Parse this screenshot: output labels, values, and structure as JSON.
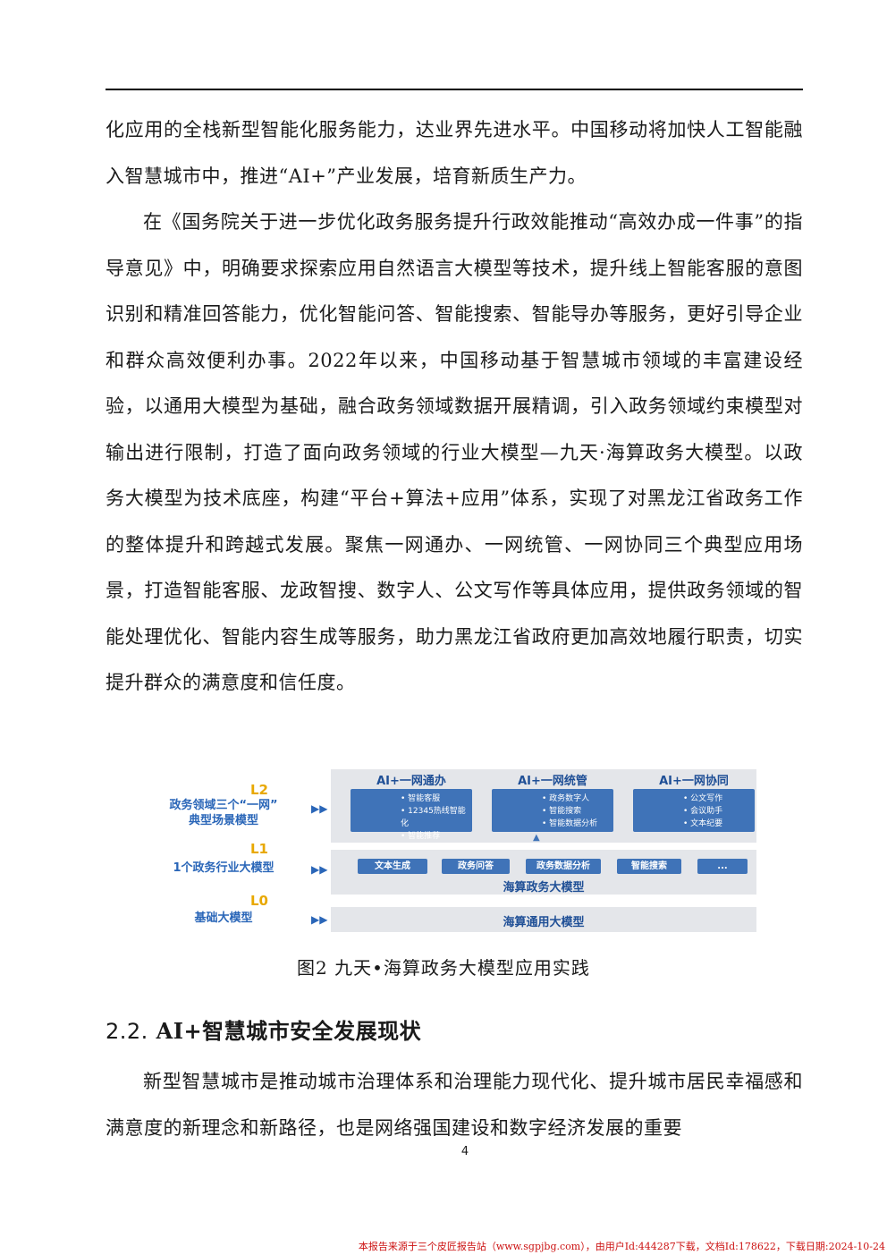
{
  "body": {
    "para1": "化应用的全栈新型智能化服务能力，达业界先进水平。中国移动将加快人工智能融入智慧城市中，推进“AI+”产业发展，培育新质生产力。",
    "para2": "在《国务院关于进一步优化政务服务提升行政效能推动“高效办成一件事”的指导意见》中，明确要求探索应用自然语言大模型等技术，提升线上智能客服的意图识别和精准回答能力，优化智能问答、智能搜索、智能导办等服务，更好引导企业和群众高效便利办事。2022年以来，中国移动基于智慧城市领域的丰富建设经验，以通用大模型为基础，融合政务领域数据开展精调，引入政务领域约束模型对输出进行限制，打造了面向政务领域的行业大模型—九天·海算政务大模型。以政务大模型为技术底座，构建“平台+算法+应用”体系，实现了对黑龙江省政务工作的整体提升和跨越式发展。聚焦一网通办、一网统管、一网协同三个典型应用场景，打造智能客服、龙政智搜、数字人、公文写作等具体应用，提供政务领域的智能处理优化、智能内容生成等服务，助力黑龙江省政府更加高效地履行职责，切实提升群众的满意度和信任度。"
  },
  "figure": {
    "levels": [
      {
        "tag": "L2",
        "name1": "政务领域三个“一网”",
        "name2": "典型场景模型"
      },
      {
        "tag": "L1",
        "name1": "1个政务行业大模型",
        "name2": ""
      },
      {
        "tag": "L0",
        "name1": "基础大模型",
        "name2": ""
      }
    ],
    "cards": [
      {
        "title": "AI+一网通办",
        "items": [
          "智能客服",
          "12345热线智能化",
          "智能推荐"
        ]
      },
      {
        "title": "AI+一网统管",
        "items": [
          "政务数字人",
          "智能搜索",
          "智能数据分析"
        ]
      },
      {
        "title": "AI+一网协同",
        "items": [
          "公文写作",
          "会议助手",
          "文本纪要"
        ]
      }
    ],
    "chips": [
      "文本生成",
      "政务问答",
      "政务数据分析",
      "智能搜索",
      "..."
    ],
    "band1_label": "海算政务大模型",
    "band0_label": "海算通用大模型"
  },
  "caption": "图2 九天•海算政务大模型应用实践",
  "section": {
    "number": "2.2.",
    "title": "AI+智慧城市安全发展现状",
    "para": "新型智慧城市是推动城市治理体系和治理能力现代化、提升城市居民幸福感和满意度的新理念和新路径，也是网络强国建设和数字经济发展的重要"
  },
  "page_number": "4",
  "footer": "本报告来源于三个皮匠报告站（www.sgpjbg.com），由用户Id:444287下载，文档Id:178622，下载日期:2024-10-24"
}
